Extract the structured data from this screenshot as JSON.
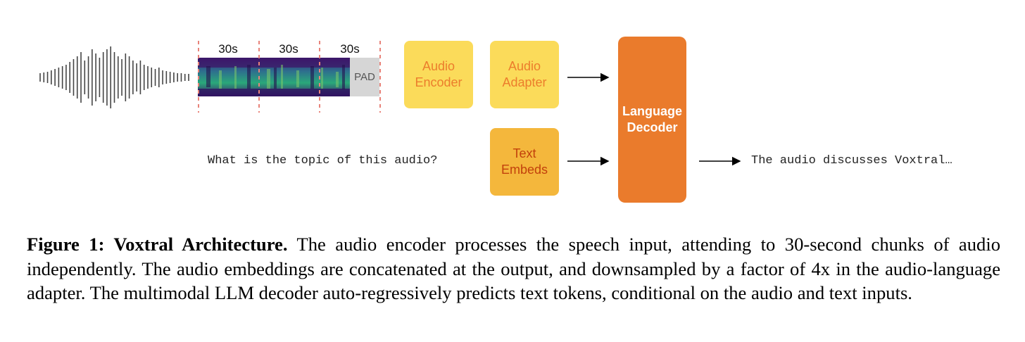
{
  "diagram": {
    "chunk_labels": [
      "30s",
      "30s",
      "30s"
    ],
    "pad_label": "PAD",
    "audio_encoder": "Audio\nEncoder",
    "audio_adapter": "Audio\nAdapter",
    "text_embeds": "Text\nEmbeds",
    "language_decoder": "Language\nDecoder",
    "input_text": "What is the topic of this audio?",
    "output_text": "The audio discusses Voxtral…",
    "colors": {
      "encoder": "#fbdb5a",
      "text_embeds": "#f4b73c",
      "decoder": "#ea7b2c",
      "chunk_divider": "#e8837a",
      "pad": "#d6d6d6"
    }
  },
  "caption": {
    "label": "Figure 1: Voxtral Architecture.",
    "text": " The audio encoder processes the speech input, attending to 30-second chunks of audio independently. The audio embeddings are concatenated at the output, and downsampled by a factor of 4x in the audio-language adapter.  The multimodal LLM decoder auto-regressively predicts text tokens, conditional on the audio and text inputs."
  }
}
